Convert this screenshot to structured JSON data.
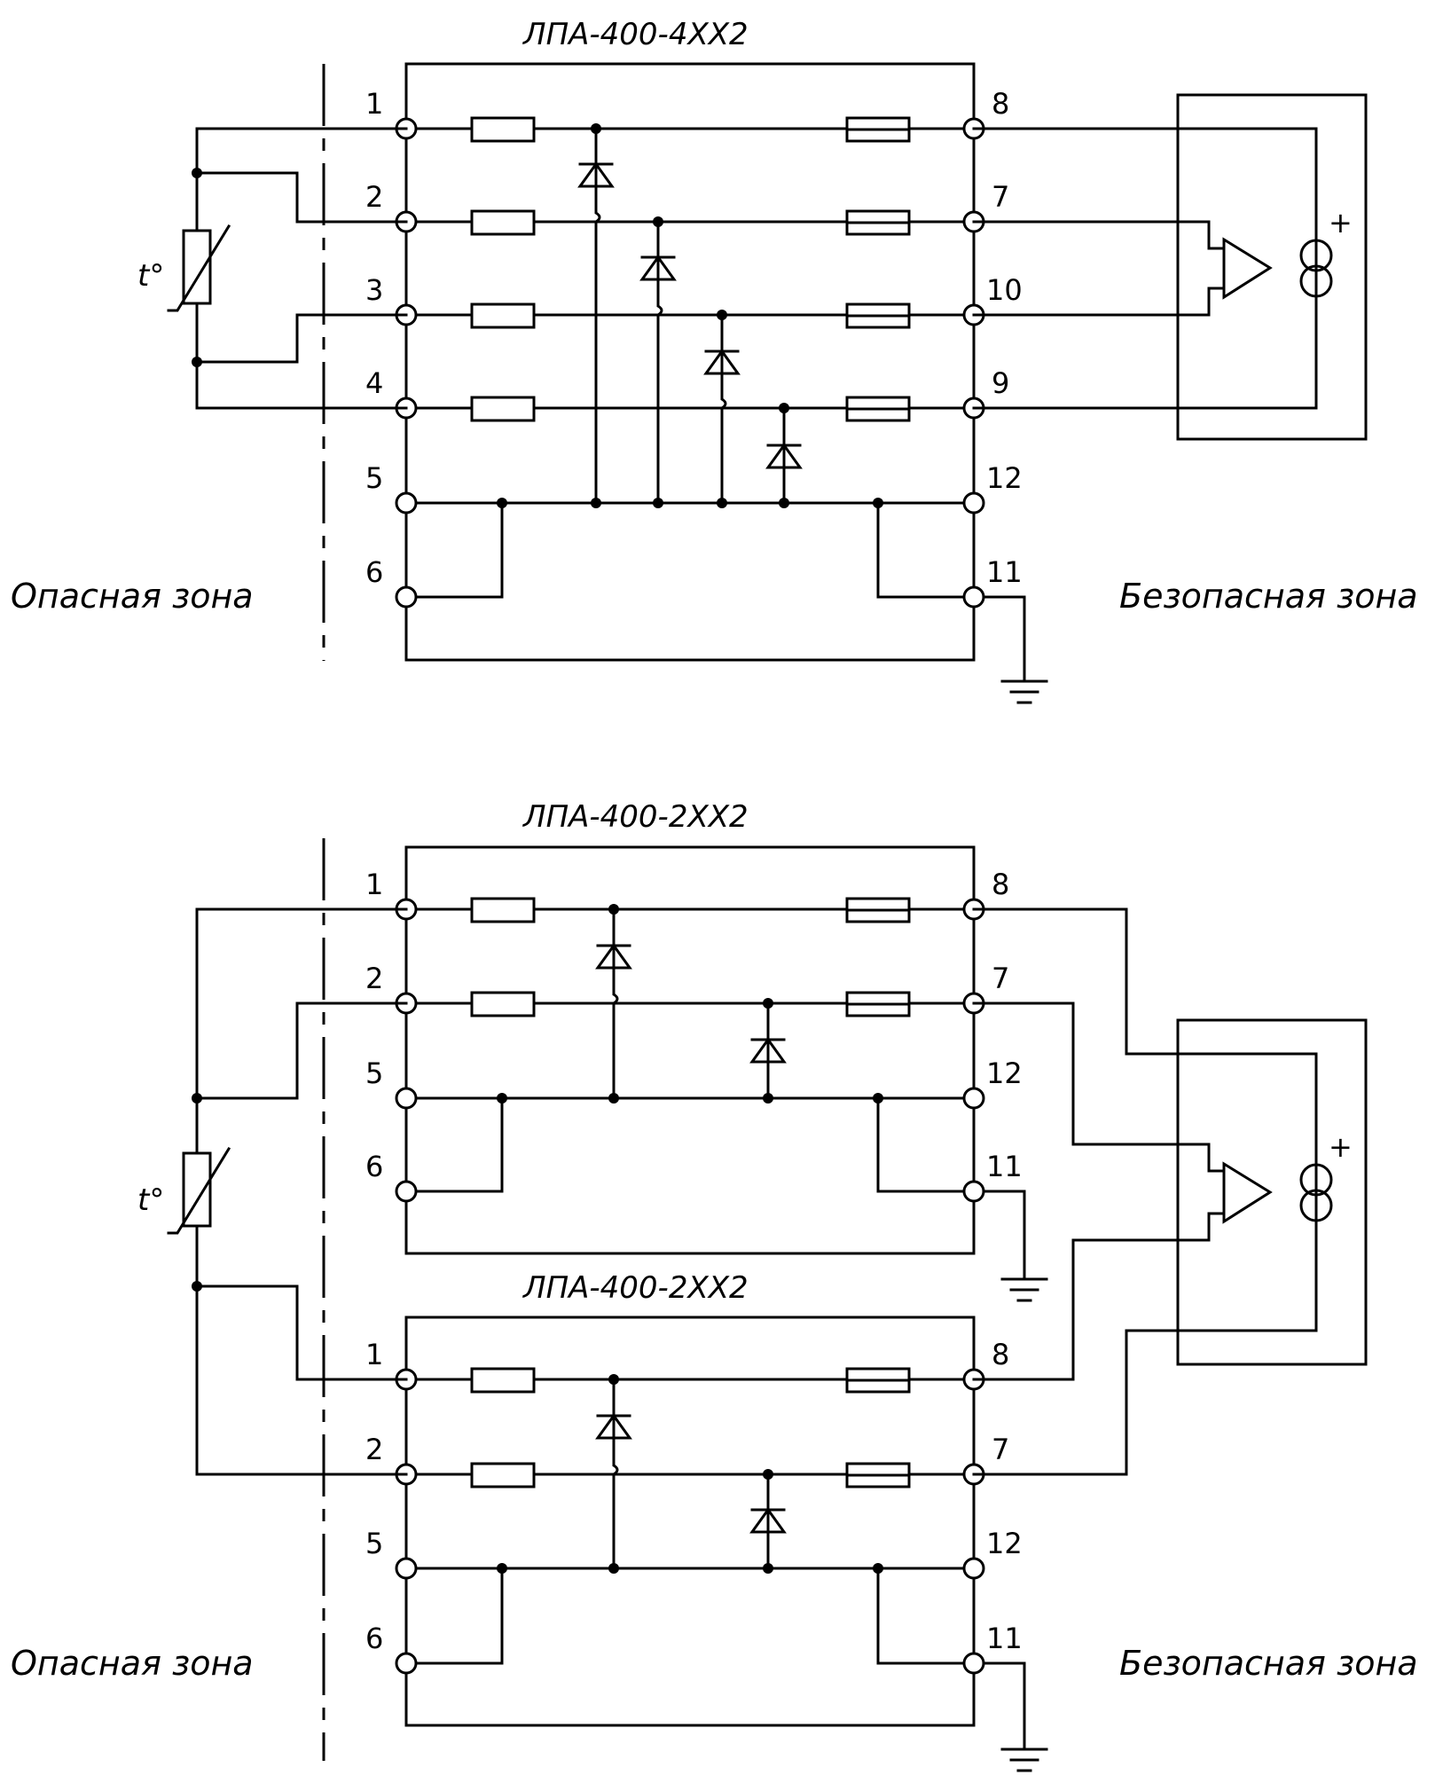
{
  "diagram": {
    "top": {
      "title": "ЛПА-400-4ХХ2",
      "left_pins": [
        "1",
        "2",
        "3",
        "4",
        "5",
        "6"
      ],
      "right_pins": [
        "8",
        "7",
        "10",
        "9",
        "12",
        "11"
      ],
      "zone_left": "Опасная зона",
      "zone_right": "Безопасная зона"
    },
    "bottom": {
      "title_upper": "ЛПА-400-2ХХ2",
      "title_lower": "ЛПА-400-2ХХ2",
      "upper_left_pins": [
        "1",
        "2",
        "5",
        "6"
      ],
      "upper_right_pins": [
        "8",
        "7",
        "12",
        "11"
      ],
      "lower_left_pins": [
        "1",
        "2",
        "5",
        "6"
      ],
      "lower_right_pins": [
        "8",
        "7",
        "12",
        "11"
      ],
      "zone_left": "Опасная зона",
      "zone_right": "Безопасная зона"
    },
    "sensor_label": "t°",
    "plus_sign": "+"
  }
}
